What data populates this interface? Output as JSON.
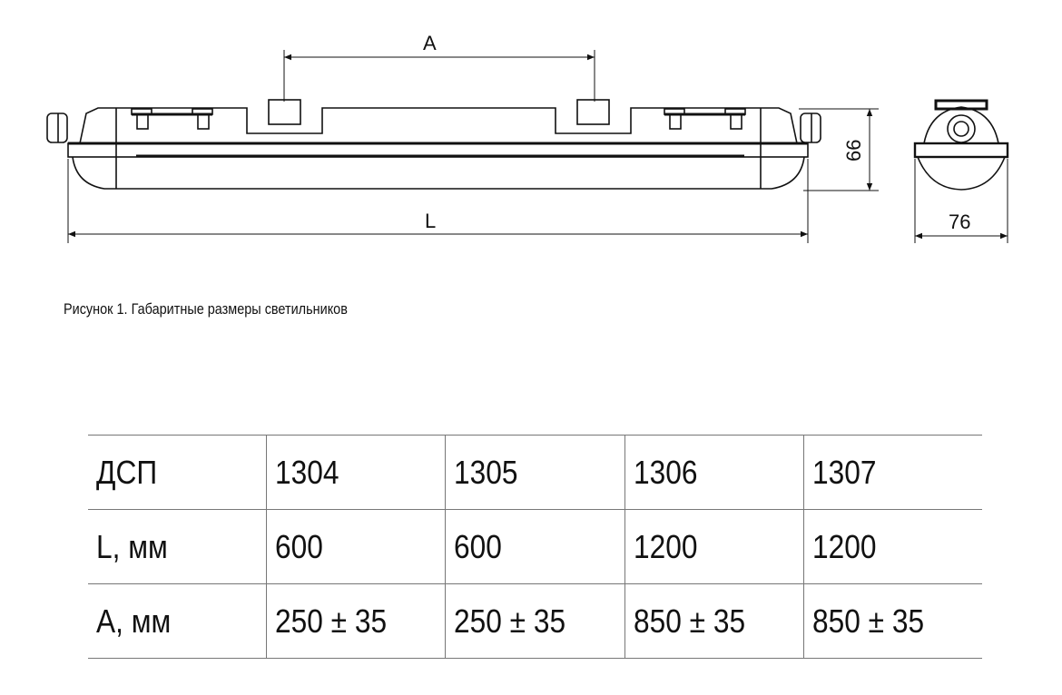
{
  "drawing": {
    "dim_a_label": "A",
    "dim_l_label": "L",
    "dim_height_label": "66",
    "dim_width_label": "76"
  },
  "caption": "Рисунок 1.  Габаритные размеры светильников",
  "table": {
    "rows": [
      {
        "header": "ДСП",
        "cells": [
          "1304",
          "1305",
          "1306",
          "1307"
        ]
      },
      {
        "header": "L, мм",
        "cells": [
          "600",
          "600",
          "1200",
          "1200"
        ]
      },
      {
        "header": "A, мм",
        "cells": [
          "250 ± 35",
          "250 ± 35",
          "850 ± 35",
          "850 ± 35"
        ]
      }
    ]
  }
}
